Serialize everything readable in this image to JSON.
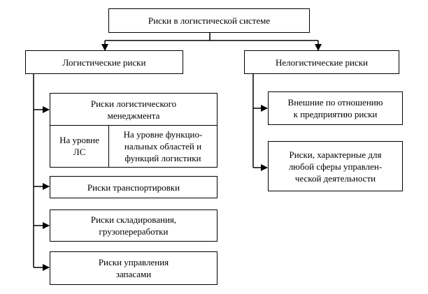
{
  "root": {
    "label": "Риски в логистической системе"
  },
  "logistic": {
    "label": "Логистические риски",
    "management": {
      "label_line1": "Риски логистического",
      "label_line2": "менеджмента",
      "sub_ls_line1": "На уровне",
      "sub_ls_line2": "ЛС",
      "sub_func_line1": "На уровне функцио-",
      "sub_func_line2": "нальных областей и",
      "sub_func_line3": "функций логистики"
    },
    "transport": {
      "label": "Риски транспортировки"
    },
    "storage": {
      "label_line1": "Риски складирования,",
      "label_line2": "грузопереработки"
    },
    "inventory": {
      "label_line1": "Риски управления",
      "label_line2": "запасами"
    }
  },
  "nonlogistic": {
    "label": "Нелогистические риски",
    "external": {
      "label_line1": "Внешние по отношению",
      "label_line2": "к предприятию риски"
    },
    "general": {
      "label_line1": "Риски, характерные для",
      "label_line2": "любой сферы управлен-",
      "label_line3": "ческой деятельности"
    }
  }
}
